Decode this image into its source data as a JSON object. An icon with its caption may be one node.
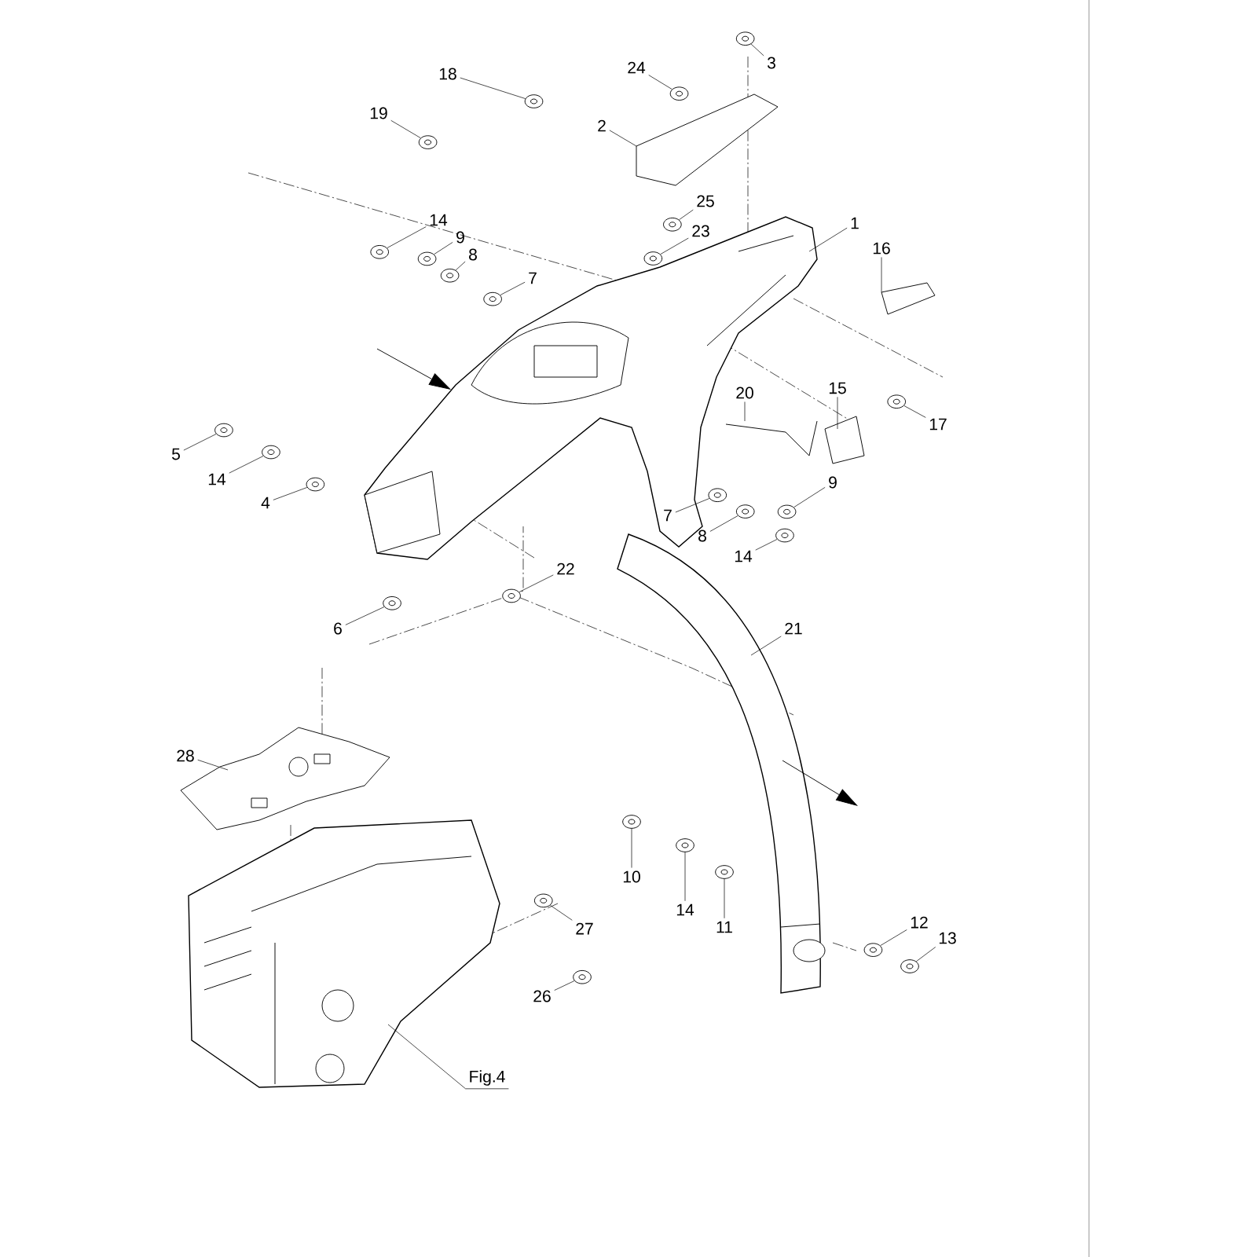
{
  "diagram": {
    "nodes": [
      {
        "text": [
          "18"
        ]
      },
      {
        "text": [
          "24"
        ]
      },
      {
        "text": [
          "3"
        ]
      },
      {
        "text": [
          "19"
        ]
      },
      {
        "text": [
          "2"
        ]
      },
      {
        "text": [
          "25"
        ]
      },
      {
        "text": [
          "14"
        ]
      },
      {
        "text": [
          "9"
        ]
      },
      {
        "text": [
          "8"
        ]
      },
      {
        "text": [
          "23"
        ]
      },
      {
        "text": [
          "1"
        ]
      },
      {
        "text": [
          "16"
        ]
      },
      {
        "text": [
          "7"
        ]
      },
      {
        "text": [
          "15"
        ]
      },
      {
        "text": [
          "20"
        ]
      },
      {
        "text": [
          "17"
        ]
      },
      {
        "text": [
          "5"
        ]
      },
      {
        "text": [
          "14"
        ]
      },
      {
        "text": [
          "4"
        ]
      },
      {
        "text": [
          "7"
        ]
      },
      {
        "text": [
          "9"
        ]
      },
      {
        "text": [
          "8"
        ]
      },
      {
        "text": [
          "14"
        ]
      },
      {
        "text": [
          "22"
        ]
      },
      {
        "text": [
          "21"
        ]
      },
      {
        "text": [
          "6"
        ]
      },
      {
        "text": [
          "28"
        ]
      },
      {
        "text": [
          "10"
        ]
      },
      {
        "text": [
          "14"
        ]
      },
      {
        "text": [
          "11"
        ]
      },
      {
        "text": [
          "27"
        ]
      },
      {
        "text": [
          "12"
        ]
      },
      {
        "text": [
          "13"
        ]
      },
      {
        "text": [
          "26"
        ]
      },
      {
        "text": [
          "Fig.4"
        ]
      },
      {
        "text": [],
        "shape": "circle"
      },
      {
        "text": [],
        "shape": "circle"
      },
      {
        "text": [],
        "shape": "circle"
      },
      {
        "text": [],
        "shape": "circle"
      },
      {
        "text": [],
        "shape": "circle"
      },
      {
        "text": [],
        "shape": "circle"
      },
      {
        "text": [],
        "shape": "circle"
      },
      {
        "text": [],
        "shape": "circle"
      },
      {
        "text": [],
        "shape": "circle"
      },
      {
        "text": [],
        "shape": "circle"
      },
      {
        "text": [],
        "shape": "circle"
      },
      {
        "text": [],
        "shape": "circle"
      },
      {
        "text": [],
        "shape": "circle"
      },
      {
        "text": [],
        "shape": "circle"
      },
      {
        "text": [],
        "shape": "circle"
      },
      {
        "text": [],
        "shape": "circle"
      },
      {
        "text": [],
        "shape": "circle"
      },
      {
        "text": [],
        "shape": "circle"
      },
      {
        "text": [],
        "shape": "circle"
      },
      {
        "text": [],
        "shape": "circle"
      },
      {
        "text": [],
        "shape": "circle"
      },
      {
        "text": [],
        "shape": "circle"
      },
      {
        "text": [],
        "shape": "circle"
      },
      {
        "text": [],
        "shape": "circle"
      },
      {
        "text": [],
        "shape": "circle"
      },
      {
        "text": [],
        "shape": "circle"
      },
      {
        "text": [],
        "shape": "circle"
      }
    ],
    "edges": [
      {
        "from": 0,
        "to": 35,
        "arrow": "none"
      },
      {
        "from": 1,
        "to": 36,
        "arrow": "none"
      },
      {
        "from": 2,
        "to": 37,
        "arrow": "none"
      },
      {
        "from": 3,
        "to": 38,
        "arrow": "none"
      },
      {
        "from": 4,
        "to": null,
        "arrow": "none"
      },
      {
        "from": 5,
        "to": 39,
        "arrow": "none"
      },
      {
        "from": 6,
        "to": 40,
        "arrow": "none"
      },
      {
        "from": 7,
        "to": 41,
        "arrow": "none"
      },
      {
        "from": 8,
        "to": 42,
        "arrow": "none"
      },
      {
        "from": 9,
        "to": 43,
        "arrow": "none"
      },
      {
        "from": 10,
        "to": null,
        "arrow": "none"
      },
      {
        "from": 11,
        "to": null,
        "arrow": "none"
      },
      {
        "from": 12,
        "to": 44,
        "arrow": "none"
      },
      {
        "from": 13,
        "to": null,
        "arrow": "none"
      },
      {
        "from": 14,
        "to": null,
        "arrow": "none"
      },
      {
        "from": 15,
        "to": 45,
        "arrow": "none"
      },
      {
        "from": 16,
        "to": 46,
        "arrow": "none"
      },
      {
        "from": 17,
        "to": 47,
        "arrow": "none"
      },
      {
        "from": 18,
        "to": 48,
        "arrow": "none"
      },
      {
        "from": 19,
        "to": 49,
        "arrow": "none"
      },
      {
        "from": 20,
        "to": 50,
        "arrow": "none"
      },
      {
        "from": 21,
        "to": 51,
        "arrow": "none"
      },
      {
        "from": 22,
        "to": 52,
        "arrow": "none"
      },
      {
        "from": 23,
        "to": 53,
        "arrow": "none"
      },
      {
        "from": 24,
        "to": null,
        "arrow": "none"
      },
      {
        "from": 25,
        "to": 54,
        "arrow": "none"
      },
      {
        "from": 26,
        "to": null,
        "arrow": "none"
      },
      {
        "from": 27,
        "to": 55,
        "arrow": "none"
      },
      {
        "from": 28,
        "to": 56,
        "arrow": "none"
      },
      {
        "from": 29,
        "to": 57,
        "arrow": "none"
      },
      {
        "from": 30,
        "to": 58,
        "arrow": "none"
      },
      {
        "from": 31,
        "to": 59,
        "arrow": "none"
      },
      {
        "from": 32,
        "to": 60,
        "arrow": "none"
      },
      {
        "from": 33,
        "to": 61,
        "arrow": "none"
      },
      {
        "from": 34,
        "to": null,
        "arrow": "none"
      }
    ]
  }
}
